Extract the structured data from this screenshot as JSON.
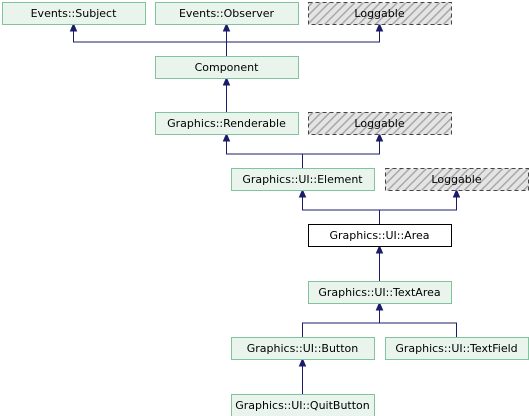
{
  "colors": {
    "node_fill": "#e8f4ec",
    "node_border": "#82c29c",
    "focus_fill": "#ffffff",
    "focus_border": "#000000",
    "external_fill": "#d0d0d0",
    "external_border": "#444444",
    "edge": "#1b1d6b"
  },
  "nodes": [
    {
      "id": "subject",
      "label": "Events::Subject",
      "kind": "normal"
    },
    {
      "id": "observer",
      "label": "Events::Observer",
      "kind": "normal"
    },
    {
      "id": "loggable1",
      "label": "Loggable",
      "kind": "external"
    },
    {
      "id": "component",
      "label": "Component",
      "kind": "normal"
    },
    {
      "id": "renderable",
      "label": "Graphics::Renderable",
      "kind": "normal"
    },
    {
      "id": "loggable2",
      "label": "Loggable",
      "kind": "external"
    },
    {
      "id": "element",
      "label": "Graphics::UI::Element",
      "kind": "normal"
    },
    {
      "id": "loggable3",
      "label": "Loggable",
      "kind": "external"
    },
    {
      "id": "area",
      "label": "Graphics::UI::Area",
      "kind": "focus"
    },
    {
      "id": "textarea",
      "label": "Graphics::UI::TextArea",
      "kind": "normal"
    },
    {
      "id": "button",
      "label": "Graphics::UI::Button",
      "kind": "normal"
    },
    {
      "id": "textfield",
      "label": "Graphics::UI::TextField",
      "kind": "normal"
    },
    {
      "id": "quitbutton",
      "label": "Graphics::UI::QuitButton",
      "kind": "normal"
    }
  ],
  "edges": [
    {
      "from": "component",
      "to": "subject"
    },
    {
      "from": "component",
      "to": "observer"
    },
    {
      "from": "component",
      "to": "loggable1"
    },
    {
      "from": "renderable",
      "to": "component"
    },
    {
      "from": "element",
      "to": "renderable"
    },
    {
      "from": "element",
      "to": "loggable2"
    },
    {
      "from": "area",
      "to": "element"
    },
    {
      "from": "area",
      "to": "loggable3"
    },
    {
      "from": "textarea",
      "to": "area"
    },
    {
      "from": "button",
      "to": "textarea"
    },
    {
      "from": "textfield",
      "to": "textarea"
    },
    {
      "from": "quitbutton",
      "to": "button"
    }
  ]
}
